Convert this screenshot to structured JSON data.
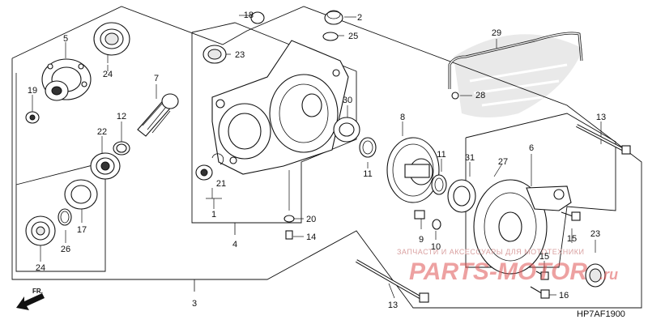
{
  "diagram_code": "HP7AF1900",
  "front_label": "FR.",
  "watermark": {
    "tagline": "ЗАПЧАСТИ И АКСЕССУАРЫ ДЛЯ МОТОТЕХНИКИ",
    "brand": "PARTS-MOTOR",
    "domain": ".ru"
  },
  "callouts": {
    "c1": "1",
    "c2": "2",
    "c3": "3",
    "c4": "4",
    "c5": "5",
    "c6": "6",
    "c7": "7",
    "c8": "8",
    "c9": "9",
    "c10": "10",
    "c11a": "11",
    "c11b": "11",
    "c12": "12",
    "c13a": "13",
    "c13b": "13",
    "c14": "14",
    "c15a": "15",
    "c15b": "15",
    "c16": "16",
    "c17": "17",
    "c18": "18",
    "c19": "19",
    "c20": "20",
    "c21": "21",
    "c22": "22",
    "c23a": "23",
    "c23b": "23",
    "c24a": "24",
    "c24b": "24",
    "c25": "25",
    "c26": "26",
    "c27": "27",
    "c28": "28",
    "c29": "29",
    "c30": "30",
    "c31": "31"
  }
}
